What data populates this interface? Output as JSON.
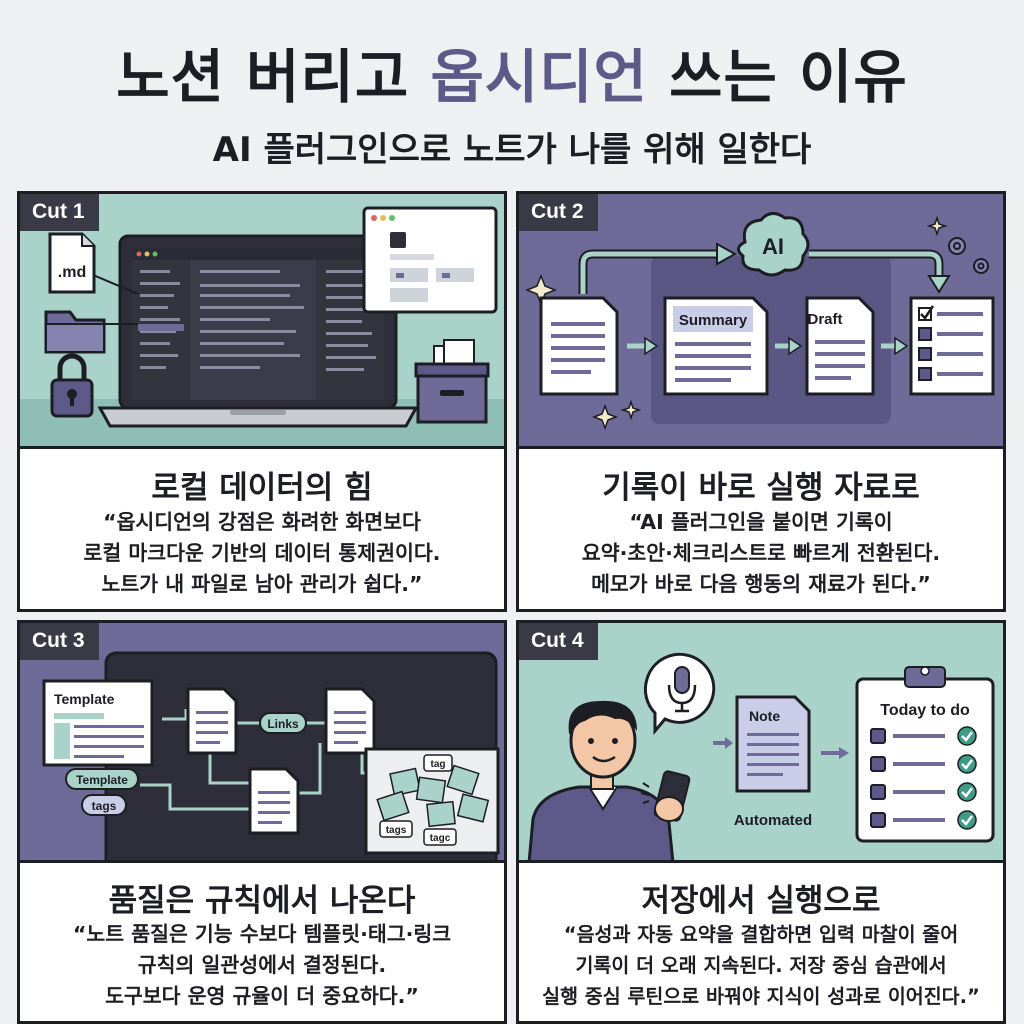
{
  "header": {
    "title_pre": "노션 버리고 ",
    "title_accent": "옵시디언",
    "title_post": " 쓰는 이유",
    "subtitle": "AI 플러그인으로 노트가 나를 위해 일한다"
  },
  "colors": {
    "accent": "#5d5a8a",
    "mint": "#a9d2c8",
    "purple": "#6e6b98",
    "dark": "#2e2e3a"
  },
  "panels": [
    {
      "cut": "Cut 1",
      "scene_labels": {
        "file": ".md"
      },
      "icons": [
        "markdown-file-icon",
        "folder-icon",
        "lock-icon",
        "laptop-icon",
        "archive-box-icon"
      ],
      "title": "로컬 데이터의 힘",
      "body": [
        "“옵시디언의 강점은 화려한 화면보다",
        "로컬 마크다운 기반의 데이터 통제권이다.",
        "노트가 내 파일로 남아 관리가 쉽다.”"
      ]
    },
    {
      "cut": "Cut 2",
      "scene_labels": {
        "ai": "AI",
        "summary": "Summary",
        "draft": "Draft"
      },
      "icons": [
        "ai-brain-icon",
        "gear-icon",
        "sparkle-icon",
        "checklist-icon"
      ],
      "title": "기록이 바로 실행 자료로",
      "body": [
        "“AI 플러그인을 붙이면 기록이",
        "요약·초안·체크리스트로 빠르게 전환된다.",
        "메모가 바로 다음 행동의 재료가 된다.”"
      ]
    },
    {
      "cut": "Cut 3",
      "scene_labels": {
        "template": "Template",
        "links": "Links",
        "template_tag": "Template",
        "tags": "tags",
        "tag": "tag",
        "tags2": "tags",
        "tagc": "tagc"
      },
      "icons": [
        "template-icon",
        "document-icon",
        "tag-icon"
      ],
      "title": "품질은 규칙에서 나온다",
      "body": [
        "“노트 품질은 기능 수보다 템플릿·태그·링크",
        "규칙의 일관성에서 결정된다.",
        "도구보다 운영 규율이 더 중요하다.”"
      ]
    },
    {
      "cut": "Cut 4",
      "scene_labels": {
        "note": "Note",
        "automated": "Automated",
        "today": "Today to do"
      },
      "icons": [
        "microphone-icon",
        "phone-icon",
        "person-avatar",
        "check-icon"
      ],
      "title": "저장에서 실행으로",
      "body": [
        "“음성과 자동 요약을 결합하면 입력 마찰이 줄어",
        "기록이 더 오래 지속된다. 저장 중심 습관에서",
        "실행 중심 루틴으로 바꿔야 지식이 성과로 이어진다.”"
      ]
    }
  ]
}
